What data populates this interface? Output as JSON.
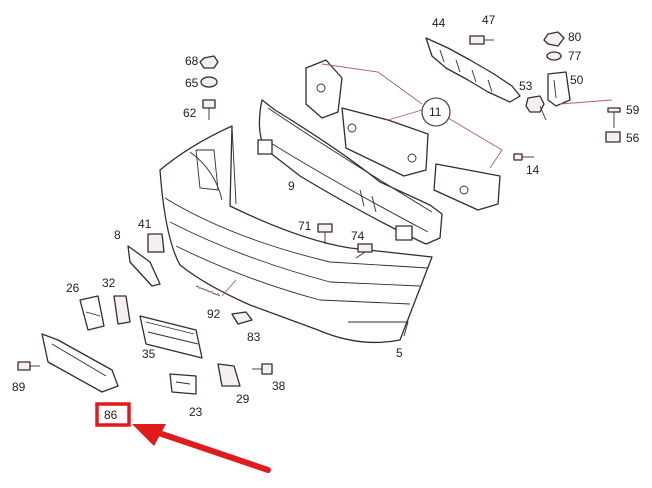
{
  "labels": {
    "p5": "5",
    "p8": "8",
    "p9": "9",
    "p11": "11",
    "p14": "14",
    "p23": "23",
    "p26": "26",
    "p29": "29",
    "p32": "32",
    "p35": "35",
    "p38": "38",
    "p41": "41",
    "p44": "44",
    "p47": "47",
    "p50": "50",
    "p53": "53",
    "p56": "56",
    "p59": "59",
    "p62": "62",
    "p65": "65",
    "p68": "68",
    "p71": "71",
    "p74": "74",
    "p77": "77",
    "p80": "80",
    "p83": "83",
    "p86": "86",
    "p89": "89",
    "p92": "92"
  },
  "callout": {
    "color": "#e01b1b",
    "label": "86"
  },
  "colors": {
    "line": "#3a2a2a",
    "leader": "#b06060",
    "fill": "#f4f0f0"
  }
}
